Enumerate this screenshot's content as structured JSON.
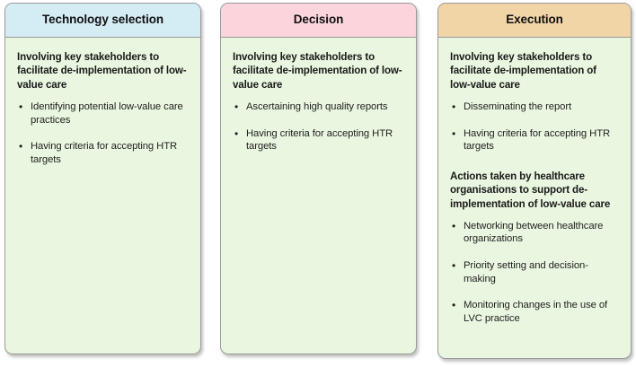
{
  "figure": {
    "type": "three-column-process-diagram",
    "background": "#ffffff",
    "columns": [
      {
        "id": "technology-selection",
        "header": {
          "title": "Technology selection",
          "color": "#d4ecf3"
        },
        "sections": [
          {
            "lead": "Involving key stakeholders to facilitate de-implementation of low-value care",
            "bullets": [
              "Identifying potential low-value care practices",
              "Having criteria for accepting HTR targets"
            ]
          }
        ]
      },
      {
        "id": "decision",
        "header": {
          "title": "Decision",
          "color": "#fbd4dc"
        },
        "sections": [
          {
            "lead": "Involving key stakeholders to facilitate de-implementation of low-value care",
            "bullets": [
              "Ascertaining high quality reports",
              "Having criteria for accepting HTR targets"
            ]
          }
        ]
      },
      {
        "id": "execution",
        "header": {
          "title": "Execution",
          "color": "#f2d5a7"
        },
        "sections": [
          {
            "lead": "Involving key stakeholders to facilitate de-implementation of low-value care",
            "bullets": [
              "Disseminating the report",
              "Having criteria for accepting HTR targets"
            ]
          },
          {
            "lead": "Actions taken by healthcare organisations to support de-implementation of low-value care",
            "bullets": [
              "Networking between healthcare organizations",
              "Priority setting and decision-making",
              "Monitoring changes in the use of LVC practice"
            ]
          }
        ]
      }
    ],
    "bullet_glyph": "•",
    "body_color": "#eaf7e0",
    "border_color": "#9a9a9a",
    "text_color": "#1f1f1f"
  }
}
